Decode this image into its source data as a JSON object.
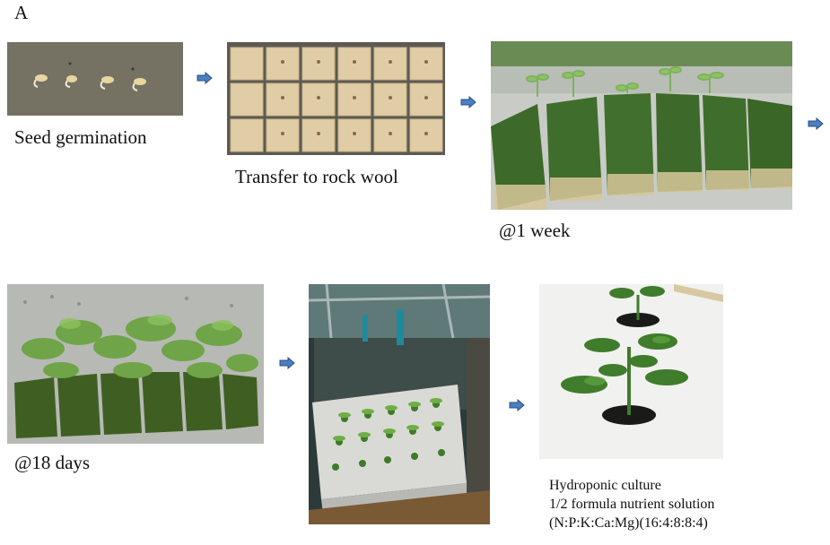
{
  "panel_label": "A",
  "steps": [
    {
      "caption": "Seed germination"
    },
    {
      "caption": "Transfer to rock wool"
    },
    {
      "caption": "@1 week"
    },
    {
      "caption": "@18 days"
    },
    {
      "caption": ""
    },
    {
      "caption_lines": [
        "Hydroponic culture",
        "1/2 formula nutrient solution",
        "(N:P:K:Ca:Mg)(16:4:8:8:4)"
      ]
    }
  ],
  "colors": {
    "arrow_fill": "#4a7fc1",
    "arrow_stroke": "#2c4f82"
  },
  "icons": [
    "right-arrow-icon"
  ]
}
